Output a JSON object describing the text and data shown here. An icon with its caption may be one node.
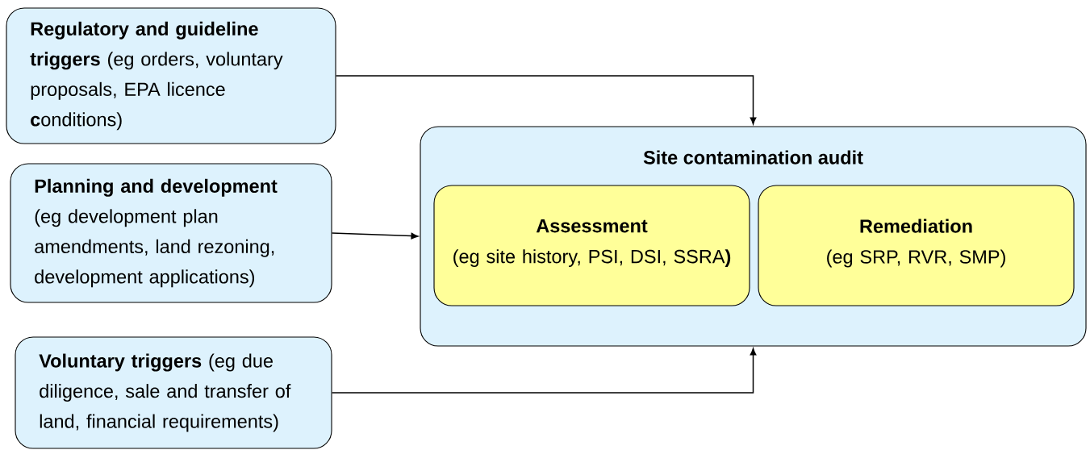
{
  "diagram": {
    "nodes": [
      {
        "text": [
          "**Regulatory and guideline triggers** (eg orders, voluntary proposals, EPA licence **c**onditions)"
        ]
      },
      {
        "text": [
          "Planning and development",
          "(eg development plan amendments, land rezoning, development applications)"
        ]
      },
      {
        "text": [
          "**Voluntary triggers** (eg due diligence, sale and transfer of land, financial requirements)"
        ]
      },
      {
        "text": [
          "Site contamination audit"
        ]
      },
      {
        "text": [
          "Assessment",
          "(eg site history, PSI, DSI, SSRA**)**"
        ],
        "in": 3
      },
      {
        "text": [
          "Remediation",
          "(eg SRP, RVR, SMP)"
        ],
        "in": 3
      }
    ],
    "edges": [
      {
        "from": 0,
        "to": 3,
        "arrow": "to"
      },
      {
        "from": 1,
        "to": 3,
        "arrow": "to"
      },
      {
        "from": 2,
        "to": 3,
        "arrow": "to"
      }
    ]
  }
}
